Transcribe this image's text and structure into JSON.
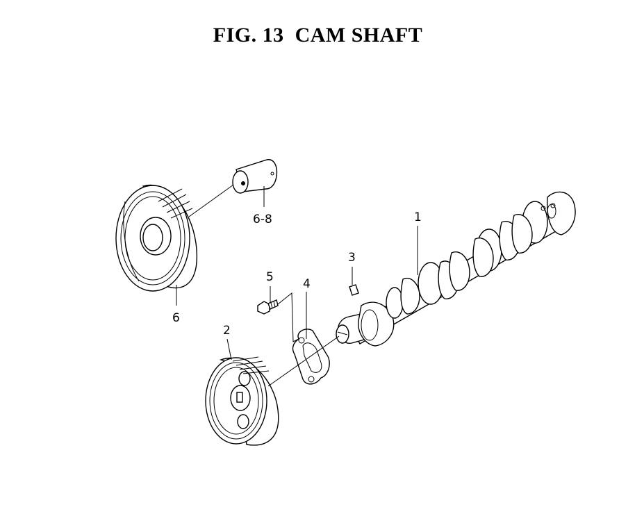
{
  "figure": {
    "title": "FIG. 13  CAM SHAFT"
  },
  "callouts": {
    "c1": "1",
    "c2": "2",
    "c3": "3",
    "c4": "4",
    "c5": "5",
    "c6": "6",
    "c6_8": "6-8"
  }
}
